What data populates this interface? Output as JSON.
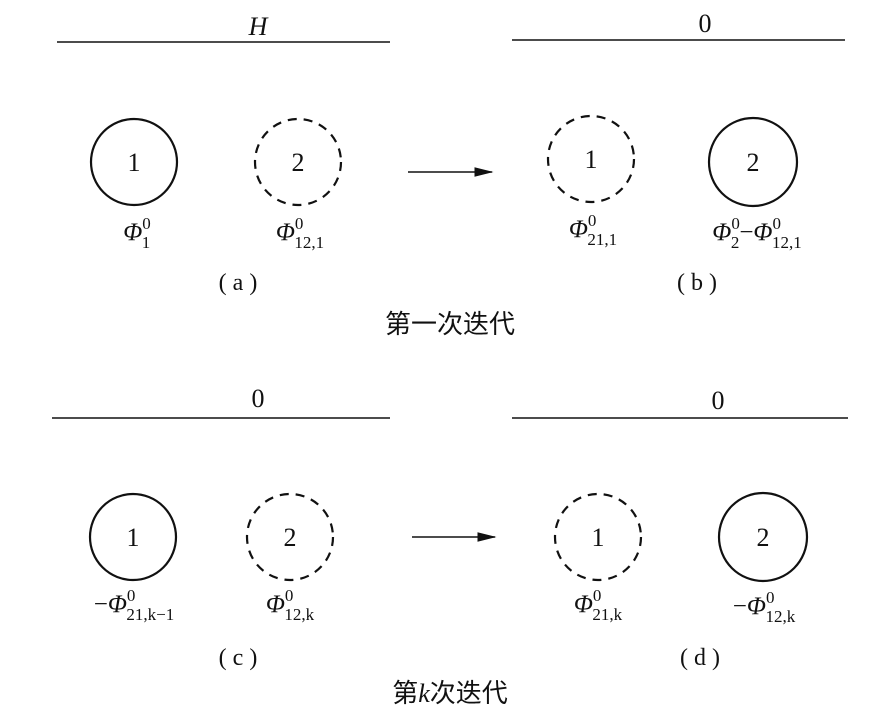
{
  "top": {
    "left_boundary": "H",
    "right_boundary": "0",
    "panel_a": {
      "caption": "( a )",
      "circle1": {
        "number": "1",
        "style": "solid",
        "label": [
          {
            "prefix": "",
            "base": "Φ",
            "sup": "0",
            "sub": "1"
          }
        ]
      },
      "circle2": {
        "number": "2",
        "style": "dashed",
        "label": [
          {
            "prefix": "",
            "base": "Φ",
            "sup": "0",
            "sub": "12,1"
          }
        ]
      }
    },
    "panel_b": {
      "caption": "( b )",
      "circle1": {
        "number": "1",
        "style": "dashed",
        "label": [
          {
            "prefix": "",
            "base": "Φ",
            "sup": "0",
            "sub": "21,1"
          }
        ]
      },
      "circle2": {
        "number": "2",
        "style": "solid",
        "label": [
          {
            "prefix": "",
            "base": "Φ",
            "sup": "0",
            "sub": "2"
          },
          {
            "prefix": "−",
            "base": "Φ",
            "sup": "0",
            "sub": "12,1"
          }
        ]
      }
    },
    "title": "第一次迭代"
  },
  "bottom": {
    "left_boundary": "0",
    "right_boundary": "0",
    "panel_c": {
      "caption": "( c )",
      "circle1": {
        "number": "1",
        "style": "solid",
        "label": [
          {
            "prefix": "−",
            "base": "Φ",
            "sup": "0",
            "sub": "21,k−1"
          }
        ]
      },
      "circle2": {
        "number": "2",
        "style": "dashed",
        "label": [
          {
            "prefix": "",
            "base": "Φ",
            "sup": "0",
            "sub": "12,k"
          }
        ]
      }
    },
    "panel_d": {
      "caption": "( d )",
      "circle1": {
        "number": "1",
        "style": "dashed",
        "label": [
          {
            "prefix": "",
            "base": "Φ",
            "sup": "0",
            "sub": "21,k"
          }
        ]
      },
      "circle2": {
        "number": "2",
        "style": "solid",
        "label": [
          {
            "prefix": "−",
            "base": "Φ",
            "sup": "0",
            "sub": "12,k"
          }
        ]
      }
    },
    "title_prefix": "第",
    "title_var": "k",
    "title_suffix": "次迭代"
  }
}
